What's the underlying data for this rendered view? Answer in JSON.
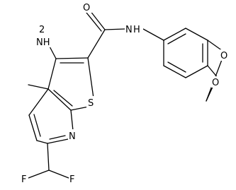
{
  "molecule": {
    "labels": {
      "o_carbonyl": "O",
      "n_amide": "N",
      "h_amide": "H",
      "n_amino": "NH",
      "h2_amino": "2",
      "s_thio": "S",
      "n_pyridine": "N",
      "f_left": "F",
      "f_right": "F",
      "o_diox_1": "O",
      "o_diox_2": "O"
    }
  }
}
